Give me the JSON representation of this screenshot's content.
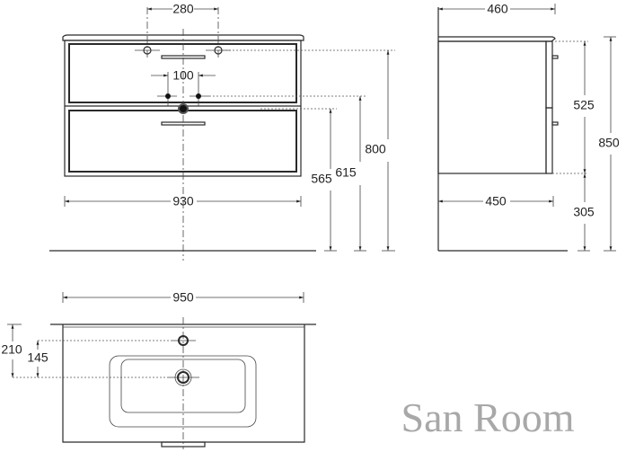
{
  "front_view": {
    "tap_spacing": "280",
    "drain_pipe_spacing": "100",
    "cabinet_width": "930",
    "total_height": "800",
    "pipe_height": "615",
    "drain_height": "565"
  },
  "side_view": {
    "top_depth": "460",
    "cabinet_depth": "450",
    "cabinet_height": "525",
    "floor_clearance": "305",
    "total_height": "850"
  },
  "top_view": {
    "basin_width": "950",
    "tap_hole_offset": "210",
    "tap_to_drain": "145"
  },
  "watermark": "San Room"
}
